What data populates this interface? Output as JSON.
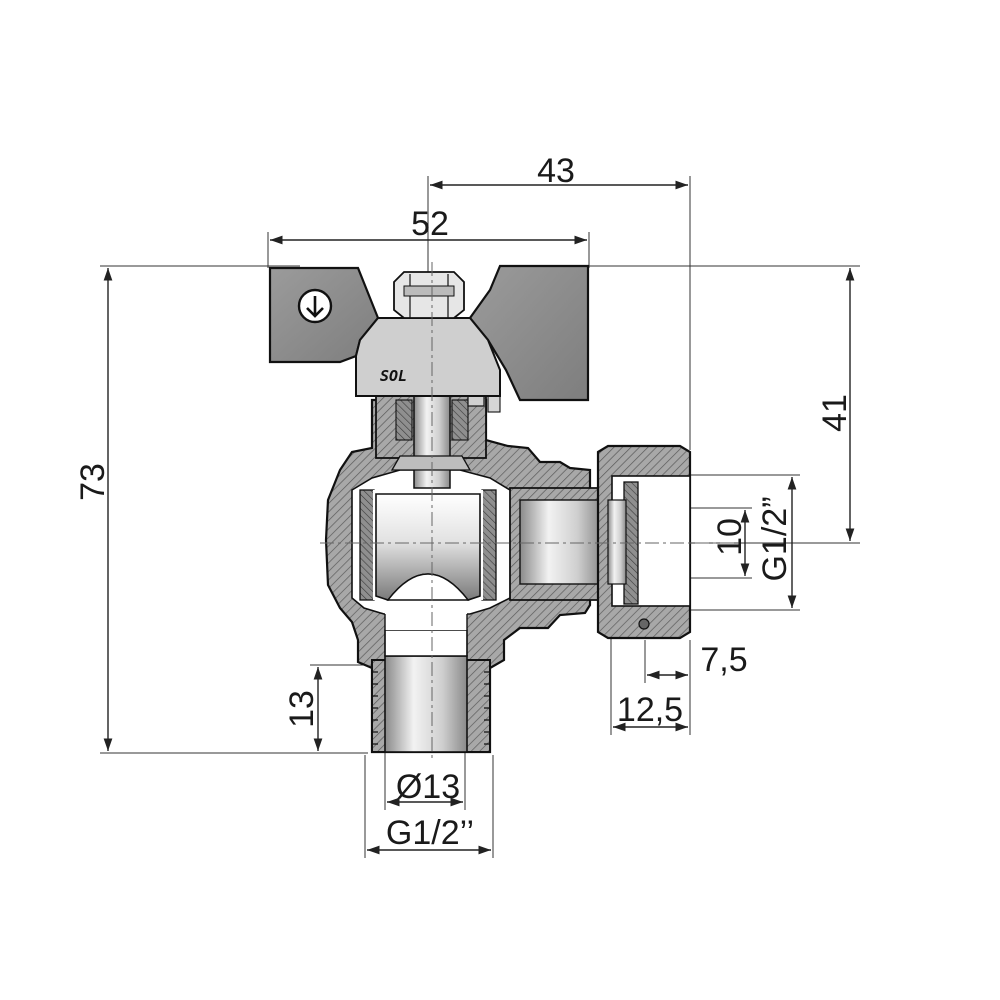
{
  "drawing": {
    "brand_text": "SOL",
    "dimensions": {
      "width_43": "43",
      "width_52": "52",
      "height_73": "73",
      "height_41": "41",
      "bore_10": "10",
      "thread_right": "G1/2”",
      "nut_7_5": "7,5",
      "nut_12_5": "12,5",
      "height_13": "13",
      "dia_13": "Ø13",
      "thread_bottom": "G1/2’’"
    },
    "colors": {
      "line": "#222222",
      "handle_fill": "#8a8a8a",
      "metal_fill": "#9a9a9a",
      "hatch": "#555555"
    }
  }
}
